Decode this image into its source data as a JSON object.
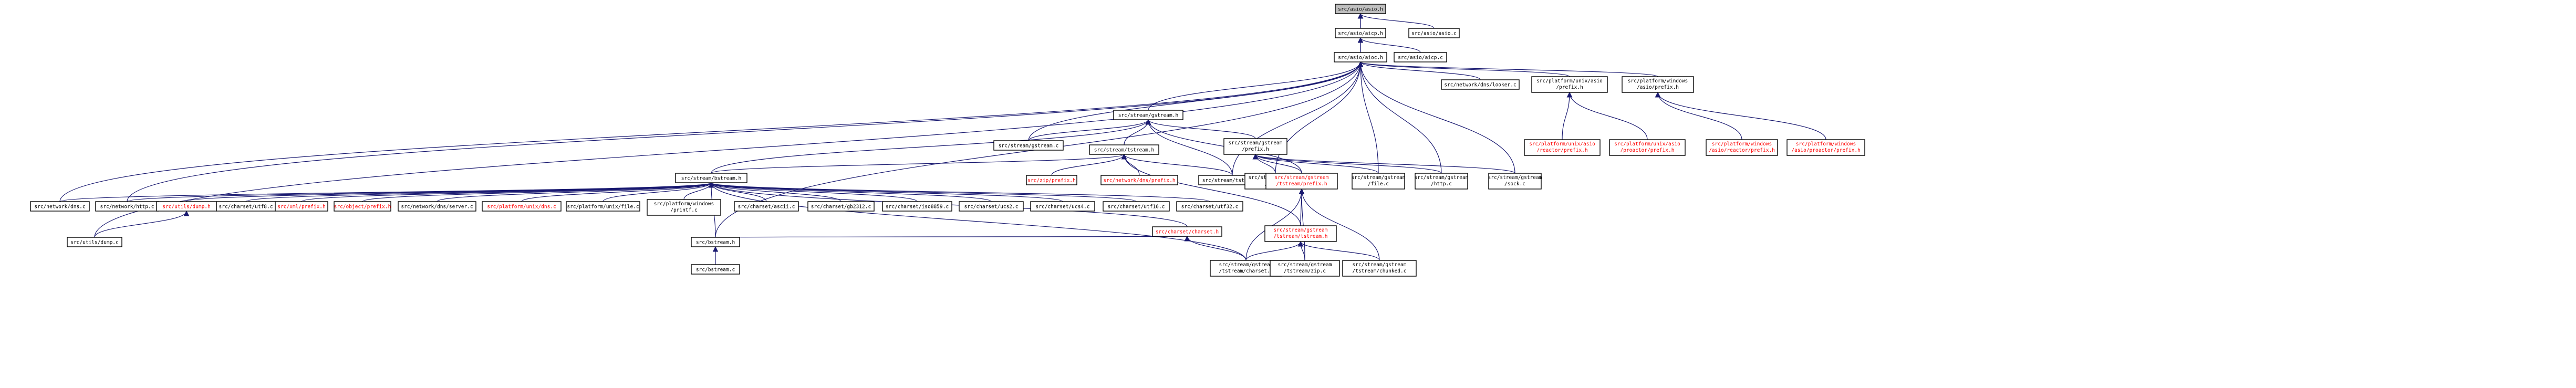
{
  "colors": {
    "edge": "#191970",
    "root_fill": "#bfbfbf",
    "red_text": "#ff0000",
    "black_text": "#000000"
  },
  "nodes": [
    {
      "id": "asio_h",
      "lines": [
        "src/asio/asio.h"
      ],
      "red": false,
      "root": true
    },
    {
      "id": "aicp_h",
      "lines": [
        "src/asio/aicp.h"
      ],
      "red": false
    },
    {
      "id": "asio_c",
      "lines": [
        "src/asio/asio.c"
      ],
      "red": false
    },
    {
      "id": "aioc_h",
      "lines": [
        "src/asio/aioc.h"
      ],
      "red": false
    },
    {
      "id": "aicp_c",
      "lines": [
        "src/asio/aicp.c"
      ],
      "red": false
    },
    {
      "id": "stream_h",
      "lines": [
        "src/stream/gstream.h"
      ],
      "red": false
    },
    {
      "id": "locker_c",
      "lines": [
        "src/network/dns/looker.c"
      ],
      "red": false
    },
    {
      "id": "unix_asio_prefix",
      "lines": [
        "src/platform/unix/asio",
        "/prefix.h"
      ],
      "red": false
    },
    {
      "id": "win_asio_prefix",
      "lines": [
        "src/platform/windows",
        "/asio/prefix.h"
      ],
      "red": false
    },
    {
      "id": "gstream_c",
      "lines": [
        "src/stream/gstream.c"
      ],
      "red": false
    },
    {
      "id": "tstream_h",
      "lines": [
        "src/stream/tstream.h"
      ],
      "red": false
    },
    {
      "id": "gstream_prefix",
      "lines": [
        "src/stream/gstream",
        "/prefix.h"
      ],
      "red": false
    },
    {
      "id": "unix_reactor",
      "lines": [
        "src/platform/unix/asio",
        "/reactor/prefix.h"
      ],
      "red": true
    },
    {
      "id": "unix_proactor",
      "lines": [
        "src/platform/unix/asio",
        "/proactor/prefix.h"
      ],
      "red": true
    },
    {
      "id": "win_reactor",
      "lines": [
        "src/platform/windows",
        "/asio/reactor/prefix.h"
      ],
      "red": true
    },
    {
      "id": "win_proactor",
      "lines": [
        "src/platform/windows",
        "/asio/proactor/prefix.h"
      ],
      "red": true
    },
    {
      "id": "zip_prefix",
      "lines": [
        "src/zip/prefix.h"
      ],
      "red": true
    },
    {
      "id": "dns_prefix",
      "lines": [
        "src/network/dns/prefix.h"
      ],
      "red": true
    },
    {
      "id": "tstream_c",
      "lines": [
        "src/stream/tstream.c"
      ],
      "red": false
    },
    {
      "id": "gstream_data",
      "lines": [
        "src/stream/gstream",
        "/data.c"
      ],
      "red": false
    },
    {
      "id": "tstream_prefix",
      "lines": [
        "src/stream/gstream",
        "/tstream/prefix.h"
      ],
      "red": true
    },
    {
      "id": "gstream_file",
      "lines": [
        "src/stream/gstream",
        "/file.c"
      ],
      "red": false
    },
    {
      "id": "gstream_http",
      "lines": [
        "src/stream/gstream",
        "/http.c"
      ],
      "red": false
    },
    {
      "id": "gstream_sock",
      "lines": [
        "src/stream/gstream",
        "/sock.c"
      ],
      "red": false
    },
    {
      "id": "bstream_h",
      "lines": [
        "src/stream/bstream.h"
      ],
      "red": false
    },
    {
      "id": "dns_c",
      "lines": [
        "src/network/dns.c"
      ],
      "red": false
    },
    {
      "id": "http_c",
      "lines": [
        "src/network/http.c"
      ],
      "red": false
    },
    {
      "id": "utils_dump_h",
      "lines": [
        "src/utils/dump.h"
      ],
      "red": true
    },
    {
      "id": "charset_utf8",
      "lines": [
        "src/charset/utf8.c"
      ],
      "red": false
    },
    {
      "id": "xml_prefix",
      "lines": [
        "src/xml/prefix.h"
      ],
      "red": true
    },
    {
      "id": "object_prefix",
      "lines": [
        "src/object/prefix.h"
      ],
      "red": true
    },
    {
      "id": "dns_server",
      "lines": [
        "src/network/dns/server.c"
      ],
      "red": false
    },
    {
      "id": "unix_dns",
      "lines": [
        "src/platform/unix/dns.c"
      ],
      "red": true
    },
    {
      "id": "unix_file",
      "lines": [
        "src/platform/unix/file.c"
      ],
      "red": false
    },
    {
      "id": "win_printf",
      "lines": [
        "src/platform/windows",
        "/printf.c"
      ],
      "red": false
    },
    {
      "id": "charset_ascii",
      "lines": [
        "src/charset/ascii.c"
      ],
      "red": false
    },
    {
      "id": "charset_gb2312",
      "lines": [
        "src/charset/gb2312.c"
      ],
      "red": false
    },
    {
      "id": "charset_iso8859",
      "lines": [
        "src/charset/iso8859.c"
      ],
      "red": false
    },
    {
      "id": "charset_ucs2",
      "lines": [
        "src/charset/ucs2.c"
      ],
      "red": false
    },
    {
      "id": "charset_ucs4",
      "lines": [
        "src/charset/ucs4.c"
      ],
      "red": false
    },
    {
      "id": "charset_utf16",
      "lines": [
        "src/charset/utf16.c"
      ],
      "red": false
    },
    {
      "id": "charset_utf32",
      "lines": [
        "src/charset/utf32.c"
      ],
      "red": false
    },
    {
      "id": "charset_h",
      "lines": [
        "src/charset/charset.h"
      ],
      "red": true
    },
    {
      "id": "tstream_tstream_h",
      "lines": [
        "src/stream/gstream",
        "/tstream/tstream.h"
      ],
      "red": true
    },
    {
      "id": "utils_dump_c",
      "lines": [
        "src/utils/dump.c"
      ],
      "red": false
    },
    {
      "id": "bstream_c",
      "lines": [
        "src/bstream.h"
      ],
      "red": false
    },
    {
      "id": "tstream_charset",
      "lines": [
        "src/stream/gstream",
        "/tstream/charset.c"
      ],
      "red": false
    },
    {
      "id": "tstream_zip",
      "lines": [
        "src/stream/gstream",
        "/tstream/zip.c"
      ],
      "red": false
    },
    {
      "id": "tstream_chunked",
      "lines": [
        "src/stream/gstream",
        "/tstream/chunked.c"
      ],
      "red": false
    },
    {
      "id": "bstream_bottom",
      "lines": [
        "src/bstream.c"
      ],
      "red": false
    }
  ],
  "edges": [
    [
      "aicp_h",
      "asio_h"
    ],
    [
      "asio_c",
      "asio_h"
    ],
    [
      "aioc_h",
      "asio_h"
    ],
    [
      "aioc_h",
      "aicp_h"
    ],
    [
      "aicp_c",
      "aicp_h"
    ],
    [
      "stream_h",
      "aioc_h"
    ],
    [
      "locker_c",
      "aioc_h"
    ],
    [
      "unix_asio_prefix",
      "aioc_h"
    ],
    [
      "win_asio_prefix",
      "aioc_h"
    ],
    [
      "gstream_c",
      "aioc_h"
    ],
    [
      "tstream_c",
      "aioc_h"
    ],
    [
      "gstream_data",
      "aioc_h"
    ],
    [
      "gstream_file",
      "aioc_h"
    ],
    [
      "gstream_http",
      "aioc_h"
    ],
    [
      "gstream_sock",
      "aioc_h"
    ],
    [
      "dns_c",
      "aioc_h"
    ],
    [
      "http_c",
      "aioc_h"
    ],
    [
      "utils_dump_c",
      "aioc_h"
    ],
    [
      "bstream_c",
      "aioc_h"
    ],
    [
      "gstream_c",
      "stream_h"
    ],
    [
      "tstream_h",
      "stream_h"
    ],
    [
      "gstream_prefix",
      "stream_h"
    ],
    [
      "tstream_c",
      "stream_h"
    ],
    [
      "bstream_h",
      "stream_h"
    ],
    [
      "tstream_prefix",
      "stream_h"
    ],
    [
      "unix_reactor",
      "unix_asio_prefix"
    ],
    [
      "unix_proactor",
      "unix_asio_prefix"
    ],
    [
      "win_reactor",
      "win_asio_prefix"
    ],
    [
      "win_proactor",
      "win_asio_prefix"
    ],
    [
      "zip_prefix",
      "tstream_h"
    ],
    [
      "dns_prefix",
      "tstream_h"
    ],
    [
      "tstream_c",
      "tstream_h"
    ],
    [
      "bstream_h",
      "tstream_h"
    ],
    [
      "tstream_tstream_h",
      "tstream_h"
    ],
    [
      "gstream_data",
      "gstream_prefix"
    ],
    [
      "tstream_prefix",
      "gstream_prefix"
    ],
    [
      "gstream_file",
      "gstream_prefix"
    ],
    [
      "gstream_http",
      "gstream_prefix"
    ],
    [
      "gstream_sock",
      "gstream_prefix"
    ],
    [
      "tstream_tstream_h",
      "tstream_prefix"
    ],
    [
      "tstream_charset",
      "tstream_prefix"
    ],
    [
      "tstream_zip",
      "tstream_prefix"
    ],
    [
      "tstream_chunked",
      "tstream_prefix"
    ],
    [
      "tstream_charset",
      "tstream_tstream_h"
    ],
    [
      "tstream_zip",
      "tstream_tstream_h"
    ],
    [
      "tstream_chunked",
      "tstream_tstream_h"
    ],
    [
      "dns_c",
      "bstream_h"
    ],
    [
      "http_c",
      "bstream_h"
    ],
    [
      "utils_dump_h",
      "bstream_h"
    ],
    [
      "charset_utf8",
      "bstream_h"
    ],
    [
      "xml_prefix",
      "bstream_h"
    ],
    [
      "object_prefix",
      "bstream_h"
    ],
    [
      "dns_server",
      "bstream_h"
    ],
    [
      "unix_dns",
      "bstream_h"
    ],
    [
      "unix_file",
      "bstream_h"
    ],
    [
      "win_printf",
      "bstream_h"
    ],
    [
      "charset_ascii",
      "bstream_h"
    ],
    [
      "charset_gb2312",
      "bstream_h"
    ],
    [
      "charset_iso8859",
      "bstream_h"
    ],
    [
      "charset_ucs2",
      "bstream_h"
    ],
    [
      "charset_ucs4",
      "bstream_h"
    ],
    [
      "charset_utf16",
      "bstream_h"
    ],
    [
      "charset_utf32",
      "bstream_h"
    ],
    [
      "charset_h",
      "bstream_h"
    ],
    [
      "bstream_c",
      "bstream_h"
    ],
    [
      "tstream_charset",
      "bstream_h"
    ],
    [
      "utils_dump_c",
      "utils_dump_h"
    ],
    [
      "bstream_c",
      "charset_h"
    ],
    [
      "tstream_charset",
      "charset_h"
    ],
    [
      "bstream_bottom",
      "bstream_c"
    ]
  ]
}
